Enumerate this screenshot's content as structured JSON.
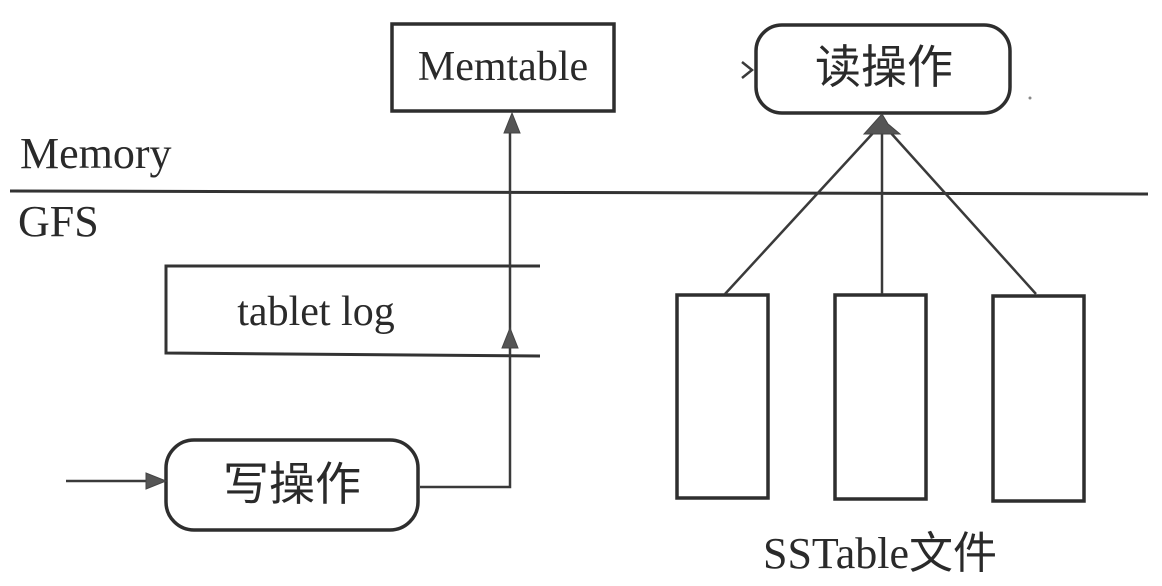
{
  "diagram": {
    "regions": {
      "memory_label": "Memory",
      "gfs_label": "GFS"
    },
    "nodes": {
      "memtable": "Memtable",
      "read_op": "读操作",
      "tablet_log": "tablet log",
      "write_op": "写操作",
      "sstable_caption": "SSTable文件",
      "sstable_count": 3
    },
    "edges": [
      {
        "from": "external-input",
        "to": "write_op"
      },
      {
        "from": "write_op",
        "to": "tablet_log"
      },
      {
        "from": "tablet_log",
        "to": "memtable"
      },
      {
        "from": "sstable-file-1",
        "to": "read_op"
      },
      {
        "from": "sstable-file-2",
        "to": "read_op"
      },
      {
        "from": "sstable-file-3",
        "to": "read_op"
      },
      {
        "from": "external-input",
        "to": "read_op"
      }
    ],
    "colors": {
      "line": "#333333",
      "arrowhead": "#555555",
      "background": "#ffffff"
    }
  }
}
